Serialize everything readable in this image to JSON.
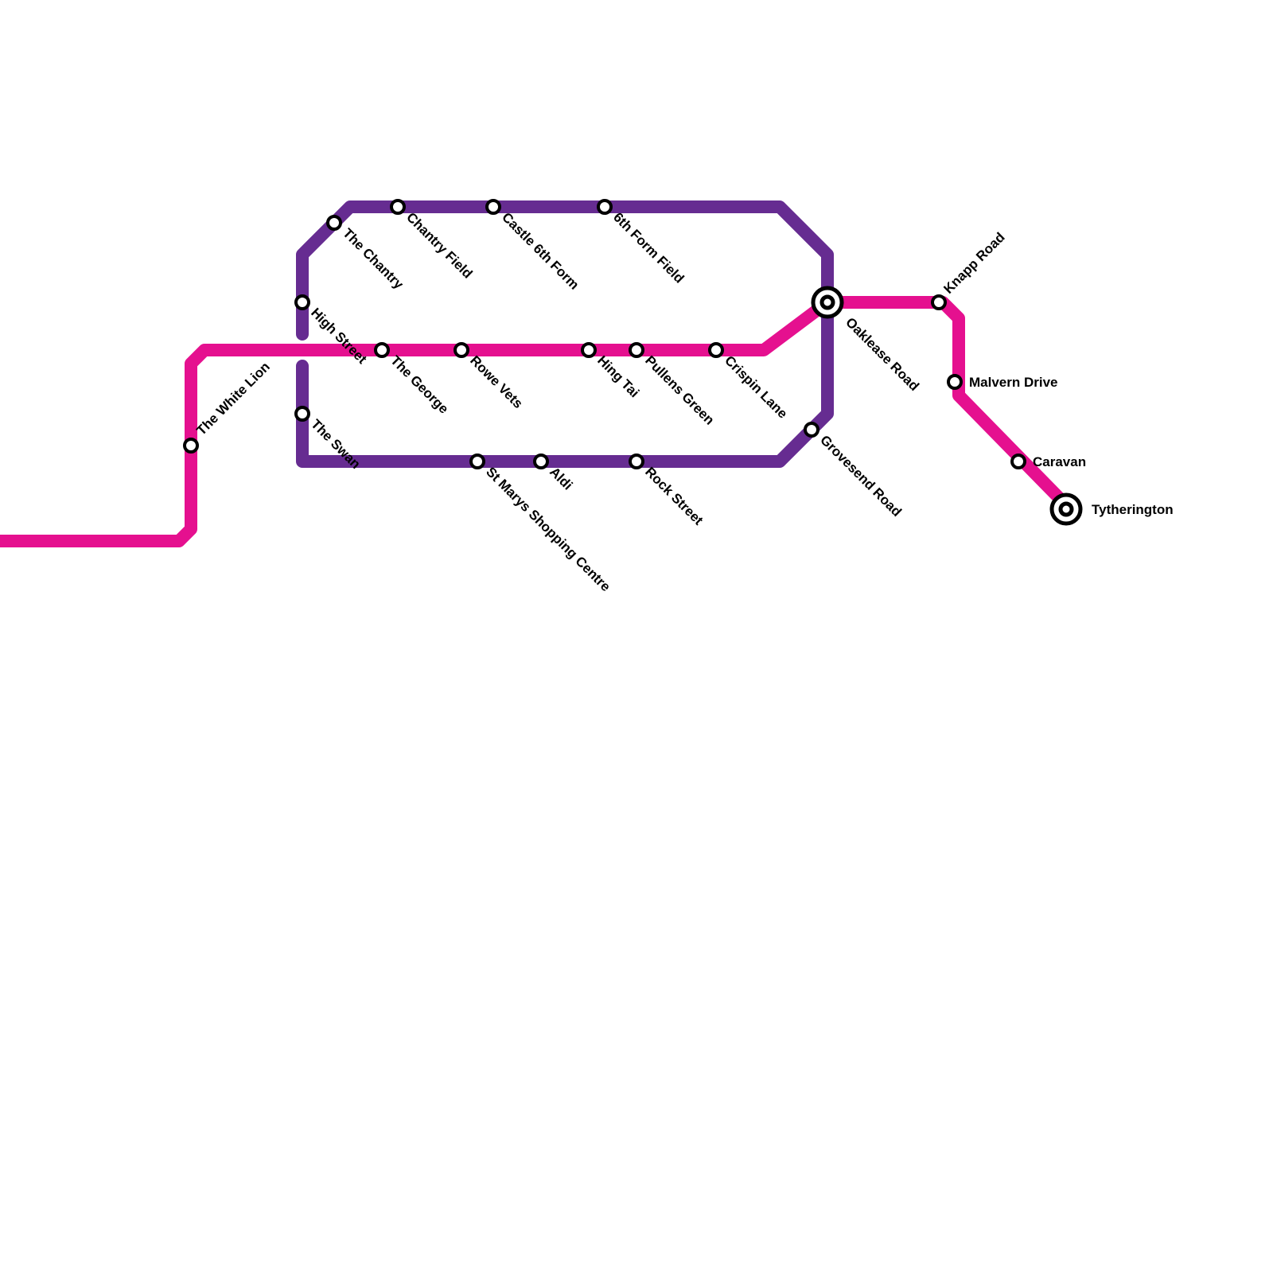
{
  "lines": [
    {
      "id": "pink",
      "color": "#E5108F"
    },
    {
      "id": "purple",
      "color": "#662C91"
    }
  ],
  "stations": [
    {
      "id": "the-white-lion",
      "name": "The White Lion",
      "type": "stop"
    },
    {
      "id": "high-street",
      "name": "High Street",
      "type": "stop"
    },
    {
      "id": "the-chantry",
      "name": "The Chantry",
      "type": "stop"
    },
    {
      "id": "chantry-field",
      "name": "Chantry Field",
      "type": "stop"
    },
    {
      "id": "castle-6th-form",
      "name": "Castle 6th Form",
      "type": "stop"
    },
    {
      "id": "6th-form-field",
      "name": "6th Form Field",
      "type": "stop"
    },
    {
      "id": "the-swan",
      "name": "The Swan",
      "type": "stop"
    },
    {
      "id": "the-george",
      "name": "The George",
      "type": "stop"
    },
    {
      "id": "rowe-vets",
      "name": "Rowe Vets",
      "type": "stop"
    },
    {
      "id": "hing-tai",
      "name": "Hing Tai",
      "type": "stop"
    },
    {
      "id": "pullens-green",
      "name": "Pullens Green",
      "type": "stop"
    },
    {
      "id": "crispin-lane",
      "name": "Crispin Lane",
      "type": "stop"
    },
    {
      "id": "st-marys",
      "name": "St Marys Shopping Centre",
      "type": "stop"
    },
    {
      "id": "aldi",
      "name": "Aldi",
      "type": "stop"
    },
    {
      "id": "rock-street",
      "name": "Rock Street",
      "type": "stop"
    },
    {
      "id": "grovesend-road",
      "name": "Grovesend Road",
      "type": "stop"
    },
    {
      "id": "oaklease-road",
      "name": "Oaklease Road",
      "type": "interchange"
    },
    {
      "id": "knapp-road",
      "name": "Knapp Road",
      "type": "stop"
    },
    {
      "id": "malvern-drive",
      "name": "Malvern Drive",
      "type": "stop"
    },
    {
      "id": "caravan",
      "name": "Caravan",
      "type": "stop"
    },
    {
      "id": "tytherington",
      "name": "Tytherington",
      "type": "interchange"
    }
  ]
}
